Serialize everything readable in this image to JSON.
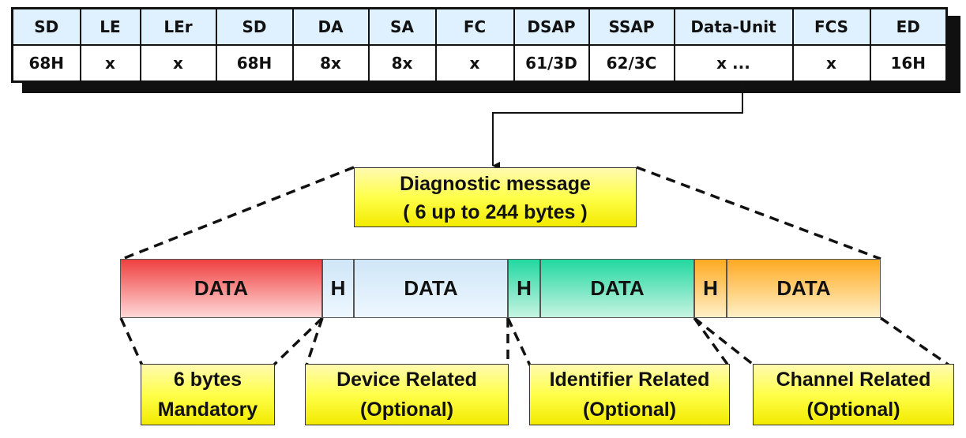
{
  "frame": {
    "headers": [
      "SD",
      "LE",
      "LEr",
      "SD",
      "DA",
      "SA",
      "FC",
      "DSAP",
      "SSAP",
      "Data-Unit",
      "FCS",
      "ED"
    ],
    "values": [
      "68H",
      "x",
      "x",
      "68H",
      "8x",
      "8x",
      "x",
      "61/3D",
      "62/3C",
      "x ...",
      "x",
      "16H"
    ]
  },
  "diagnostic": {
    "line1": "Diagnostic message",
    "line2": "( 6 up to 244 bytes )"
  },
  "segments": {
    "data1": "DATA",
    "h1": "H",
    "data2": "DATA",
    "h2": "H",
    "data3": "DATA",
    "h3": "H",
    "data4": "DATA"
  },
  "labels": {
    "mandatory": {
      "line1": "6 bytes",
      "line2": "Mandatory"
    },
    "device": {
      "line1": "Device Related",
      "line2": "(Optional)"
    },
    "identifier": {
      "line1": "Identifier Related",
      "line2": "(Optional)"
    },
    "channel": {
      "line1": "Channel Related",
      "line2": "(Optional)"
    }
  },
  "colors": {
    "header_bg": "#dff0ff",
    "yellow": "#ffff4a",
    "red": "#f04040",
    "blue": "#cfe6f7",
    "green": "#22d8a0",
    "orange": "#ffaa22"
  }
}
